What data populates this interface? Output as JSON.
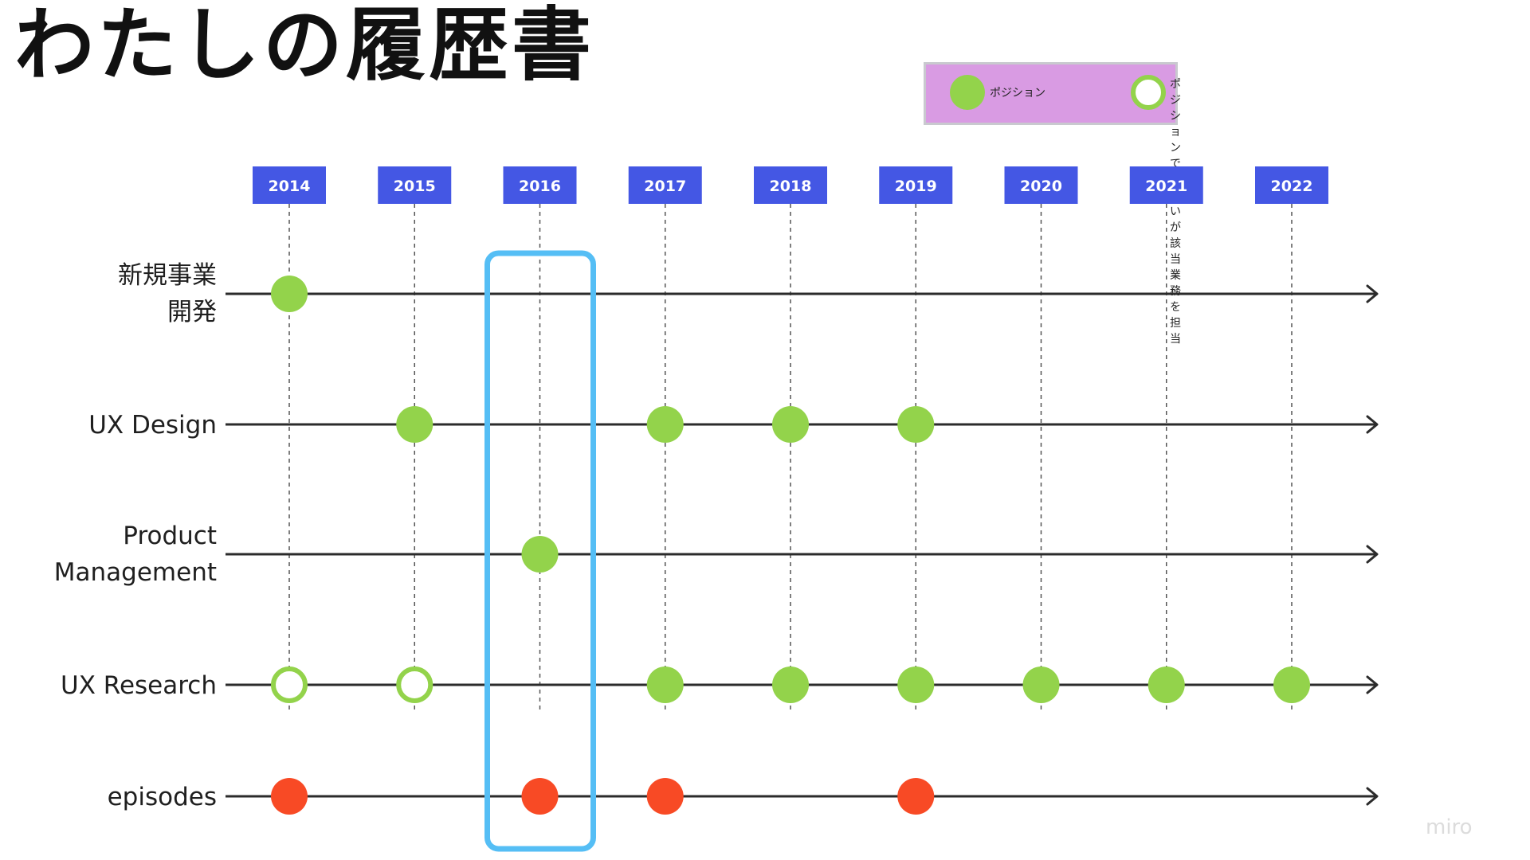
{
  "title": "わたしの履歴書",
  "watermark": "miro",
  "legend": {
    "items": [
      {
        "label": "ポジション",
        "type": "filled"
      },
      {
        "label": "ポジションではないが\n該当業務を担当",
        "type": "hollow"
      }
    ]
  },
  "colors": {
    "position": "#93d34b",
    "episode": "#f84a25",
    "year_box": "#4457e4",
    "legend_bg": "#d99be3",
    "highlight": "#55bef5",
    "axis": "#2b2b2b"
  },
  "chart_data": {
    "type": "timeline",
    "years": [
      "2014",
      "2015",
      "2016",
      "2017",
      "2018",
      "2019",
      "2020",
      "2021",
      "2022"
    ],
    "highlight_year": "2016",
    "rows": [
      {
        "label": "新規事業\n開発",
        "marks": [
          {
            "year": "2014",
            "kind": "filled"
          }
        ]
      },
      {
        "label": "UX Design",
        "marks": [
          {
            "year": "2015",
            "kind": "filled"
          },
          {
            "year": "2017",
            "kind": "filled"
          },
          {
            "year": "2018",
            "kind": "filled"
          },
          {
            "year": "2019",
            "kind": "filled"
          }
        ]
      },
      {
        "label": "Product\nManagement",
        "marks": [
          {
            "year": "2016",
            "kind": "filled"
          }
        ]
      },
      {
        "label": "UX Research",
        "marks": [
          {
            "year": "2014",
            "kind": "hollow"
          },
          {
            "year": "2015",
            "kind": "hollow"
          },
          {
            "year": "2017",
            "kind": "filled"
          },
          {
            "year": "2018",
            "kind": "filled"
          },
          {
            "year": "2019",
            "kind": "filled"
          },
          {
            "year": "2020",
            "kind": "filled"
          },
          {
            "year": "2021",
            "kind": "filled"
          },
          {
            "year": "2022",
            "kind": "filled"
          }
        ]
      },
      {
        "label": "episodes",
        "marks": [
          {
            "year": "2014",
            "kind": "episode"
          },
          {
            "year": "2016",
            "kind": "episode"
          },
          {
            "year": "2017",
            "kind": "episode"
          },
          {
            "year": "2019",
            "kind": "episode"
          }
        ]
      }
    ]
  }
}
